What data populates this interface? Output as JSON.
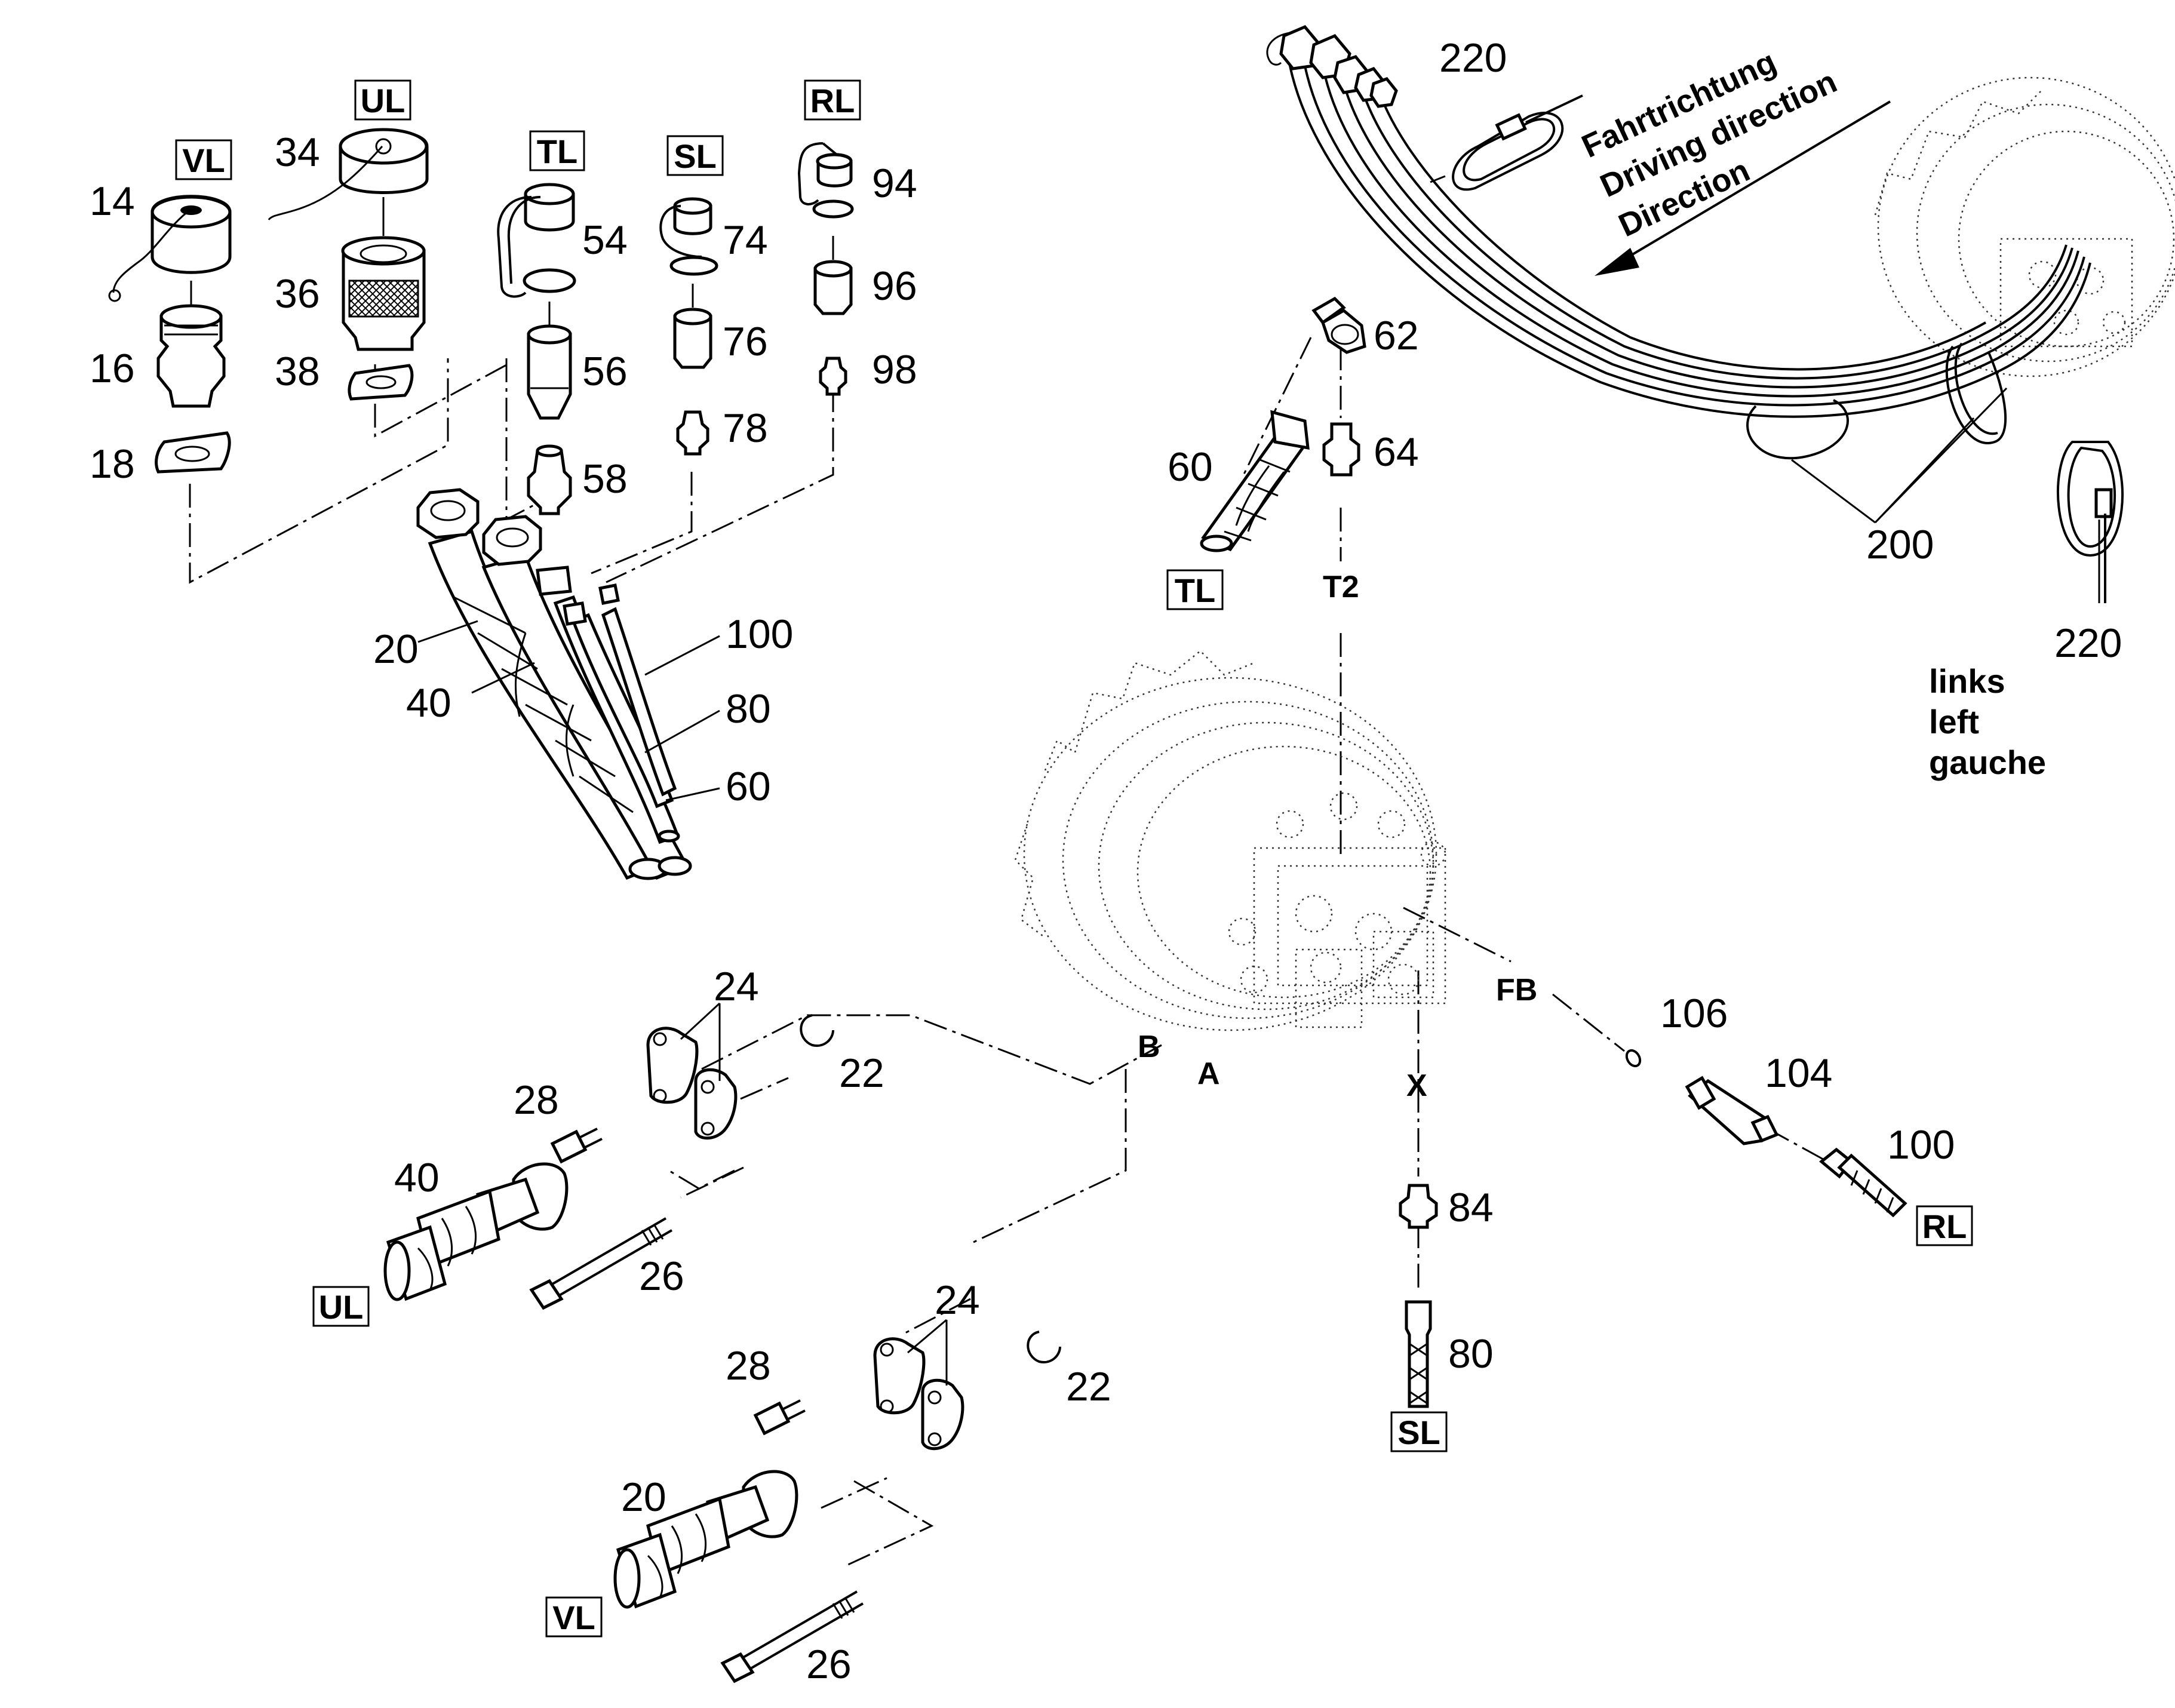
{
  "part_numbers": {
    "p14": "14",
    "p16": "16",
    "p18": "18",
    "p34": "34",
    "p36": "36",
    "p38": "38",
    "p54": "54",
    "p56": "56",
    "p58": "58",
    "p74": "74",
    "p76": "76",
    "p78": "78",
    "p94": "94",
    "p96": "96",
    "p98": "98",
    "p20a": "20",
    "p40a": "40",
    "p100a": "100",
    "p80a": "80",
    "p60a": "60",
    "p62": "62",
    "p64": "64",
    "p60b": "60",
    "p220a": "220",
    "p200": "200",
    "p220b": "220",
    "p24a": "24",
    "p22a": "22",
    "p28a": "28",
    "p40b": "40",
    "p26a": "26",
    "p24b": "24",
    "p22b": "22",
    "p28b": "28",
    "p20b": "20",
    "p26b": "26",
    "p106": "106",
    "p104": "104",
    "p100b": "100",
    "p84": "84",
    "p80b": "80"
  },
  "line_tags": {
    "vl_top": "VL",
    "ul_top": "UL",
    "tl_top": "TL",
    "sl_top": "SL",
    "rl_top": "RL",
    "tl_mid": "TL",
    "ul_bottom": "UL",
    "vl_bottom": "VL",
    "rl_right": "RL",
    "sl_bottom": "SL"
  },
  "ports": {
    "t2": "T2",
    "b": "B",
    "a": "A",
    "x": "X",
    "fb": "FB"
  },
  "driving_direction": {
    "de": "Fahrtrichtung",
    "en": "Driving direction",
    "fr": "Direction"
  },
  "side_label": {
    "de": "links",
    "en": "left",
    "fr": "gauche"
  }
}
